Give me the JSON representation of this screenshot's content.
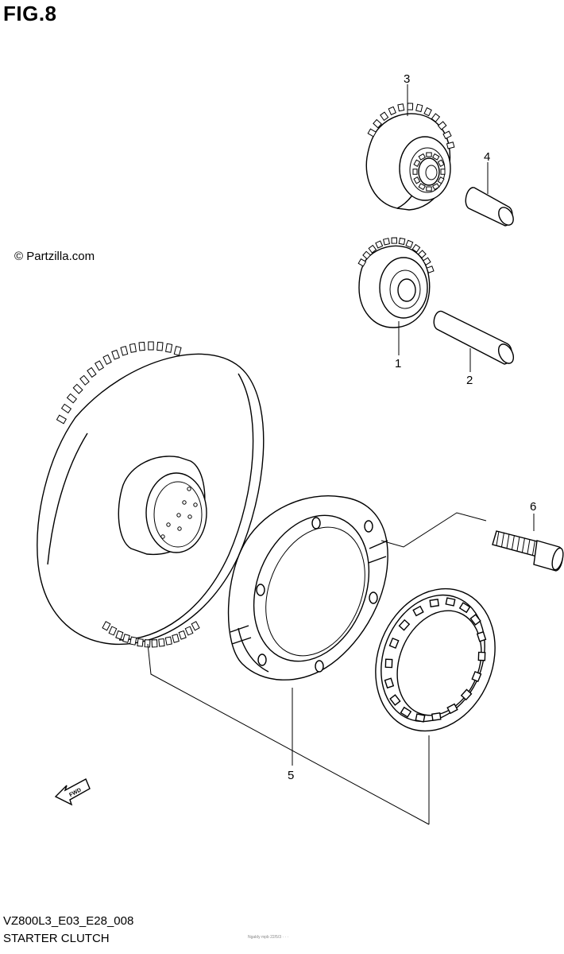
{
  "figure": {
    "title": "FIG.8",
    "watermark": "© Partzilla.com",
    "model_code": "VZ800L3_E03_E28_008",
    "caption": "STARTER CLUTCH",
    "tiny_text": "Ngaldy  mpb 22/5/3  ·  ·  ·"
  },
  "fwd_label": "FWD",
  "callouts": [
    {
      "id": "1",
      "text": "1"
    },
    {
      "id": "2",
      "text": "2"
    },
    {
      "id": "3",
      "text": "3"
    },
    {
      "id": "4",
      "text": "4"
    },
    {
      "id": "5",
      "text": "5"
    },
    {
      "id": "6",
      "text": "6"
    }
  ]
}
